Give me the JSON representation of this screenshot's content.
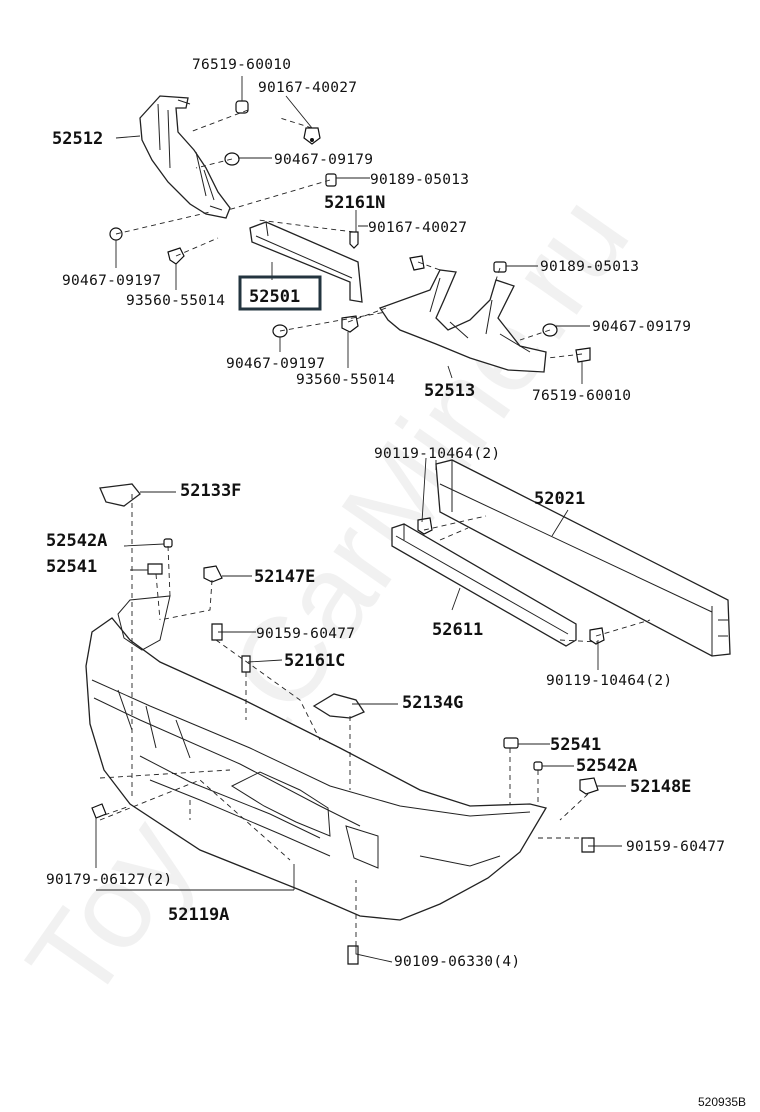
{
  "watermark": "ToyotaCarMine.ru",
  "drawing_code": "520935B",
  "labels": {
    "p76519a": "76519-60010",
    "p90167a": "90167-40027",
    "p52512": "52512",
    "p90467a": "90467-09179",
    "p90189a": "90189-05013",
    "p52161n": "52161N",
    "p90167b": "90167-40027",
    "p90189b": "90189-05013",
    "p90467b": "90467-09197",
    "p93560a": "93560-55014",
    "p52501": "52501",
    "p90467c": "90467-09179",
    "p90467d": "90467-09197",
    "p93560b": "93560-55014",
    "p52513": "52513",
    "p76519b": "76519-60010",
    "p90119a": "90119-10464(2)",
    "p52021": "52021",
    "p52133f": "52133F",
    "p52542a1": "52542A",
    "p52541a": "52541",
    "p52147e": "52147E",
    "p52611": "52611",
    "p90159a": "90159-60477",
    "p52161c": "52161C",
    "p90119b": "90119-10464(2)",
    "p52134g": "52134G",
    "p52541b": "52541",
    "p52542a2": "52542A",
    "p52148e": "52148E",
    "p90159b": "90159-60477",
    "p90179": "90179-06127(2)",
    "p52119a": "52119A",
    "p90109": "90109-06330(4)"
  }
}
